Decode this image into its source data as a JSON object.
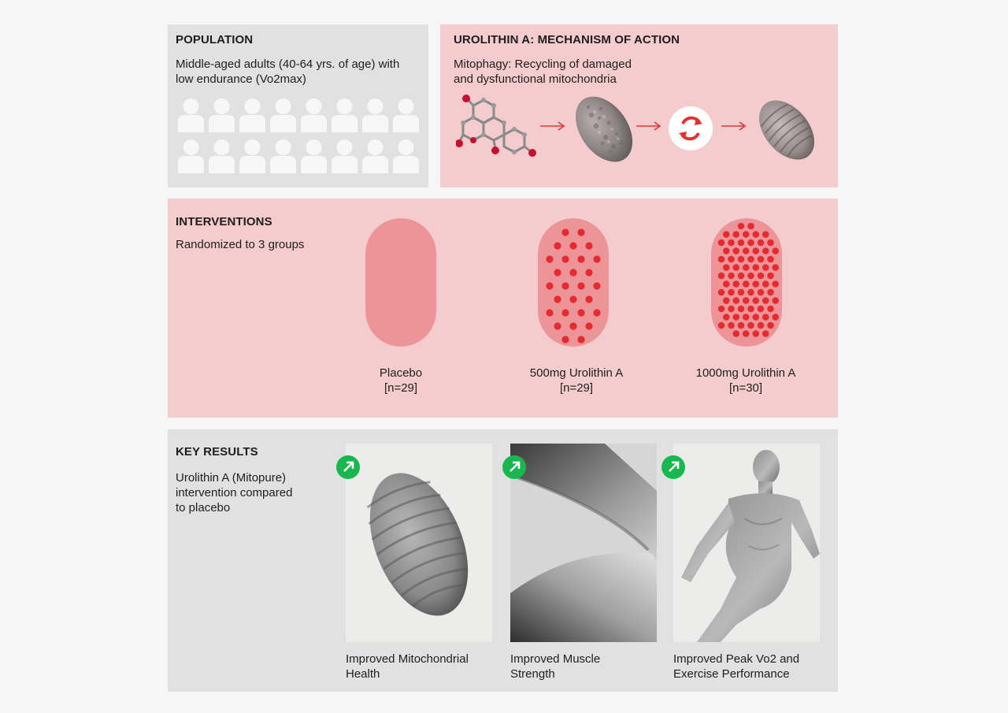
{
  "population": {
    "title": "POPULATION",
    "description_line1": "Middle-aged adults (40-64 yrs. of age) with",
    "description_line2": "low endurance (Vo2max)",
    "people_icon": "person-icon"
  },
  "mechanism": {
    "title": "UROLITHIN A: MECHANISM OF ACTION",
    "description_line1": "Mitophagy: Recycling of damaged",
    "description_line2": "and dysfunctional mitochondria",
    "steps": [
      "molecule-icon",
      "damaged-mitochondrion-icon",
      "recycle-icon",
      "healthy-mitochondrion-icon"
    ],
    "arrow_color": "#e03434",
    "recycle_color": "#e53030"
  },
  "interventions": {
    "title": "INTERVENTIONS",
    "subtitle": "Randomized to 3 groups",
    "groups": [
      {
        "name": "Placebo",
        "n": "[n=29]",
        "dots": 0
      },
      {
        "name": "500mg Urolithin A",
        "n": "[n=29]",
        "dots": 1
      },
      {
        "name": "1000mg Urolithin A",
        "n": "[n=30]",
        "dots": 2
      }
    ],
    "capsule_color": "#ec9497",
    "dot_color": "#e52a30"
  },
  "results": {
    "title": "KEY RESULTS",
    "description_line1": "Urolithin A (Mitopure)",
    "description_line2": "intervention compared",
    "description_line3": "to placebo",
    "items": [
      {
        "line1": "Improved Mitochondrial",
        "line2": "Health",
        "icon": "trend-up-icon"
      },
      {
        "line1": "Improved Muscle",
        "line2": "Strength",
        "icon": "trend-up-icon"
      },
      {
        "line1": "Improved Peak Vo2  and",
        "line2": "Exercise Performance",
        "icon": "trend-up-icon"
      }
    ],
    "badge_color": "#19b84f"
  }
}
